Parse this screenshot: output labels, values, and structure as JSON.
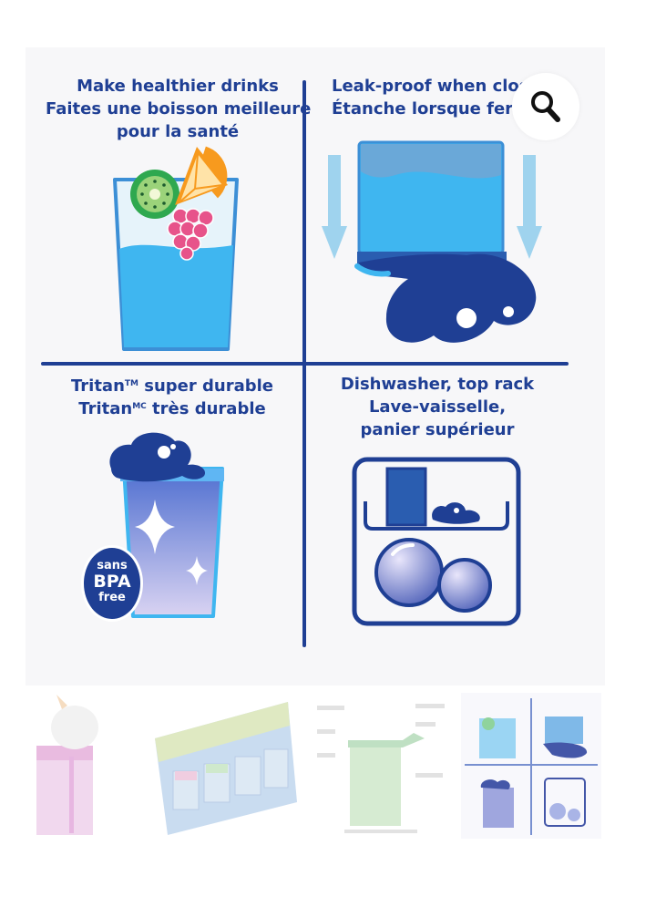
{
  "quadrants": {
    "top_left": {
      "line1": "Make healthier drinks",
      "line2": "Faites une boisson meilleure",
      "line3": "pour la santé"
    },
    "top_right": {
      "line1": "Leak-proof when clos",
      "line2": "Étanche lorsque ferm"
    },
    "bottom_left": {
      "line1_pre": "Tritan",
      "line1_sup": "TM",
      "line1_post": " super durable",
      "line2_pre": "Tritan",
      "line2_sup": "MC",
      "line2_post": " très durable",
      "badge": {
        "top": "sans",
        "middle": "BPA",
        "bottom": "free"
      }
    },
    "bottom_right": {
      "line1": "Dishwasher, top rack",
      "line2": "Lave-vaisselle,",
      "line3": "panier supérieur"
    }
  },
  "zoom": {
    "icon": "magnifier-icon"
  },
  "colors": {
    "navy": "#1f3f94",
    "water": "#3fb6f0",
    "light_water": "#b7e3f7",
    "arrow": "#9fd3ee",
    "kiwi": "#2fa84f",
    "orange": "#f79a1e",
    "raspberry": "#e7538a"
  },
  "thumbnails": [
    {
      "name": "pink-unicorn-cup-thumbnail"
    },
    {
      "name": "display-box-thumbnail"
    },
    {
      "name": "green-cup-features-thumbnail"
    },
    {
      "name": "features-grid-thumbnail"
    }
  ]
}
